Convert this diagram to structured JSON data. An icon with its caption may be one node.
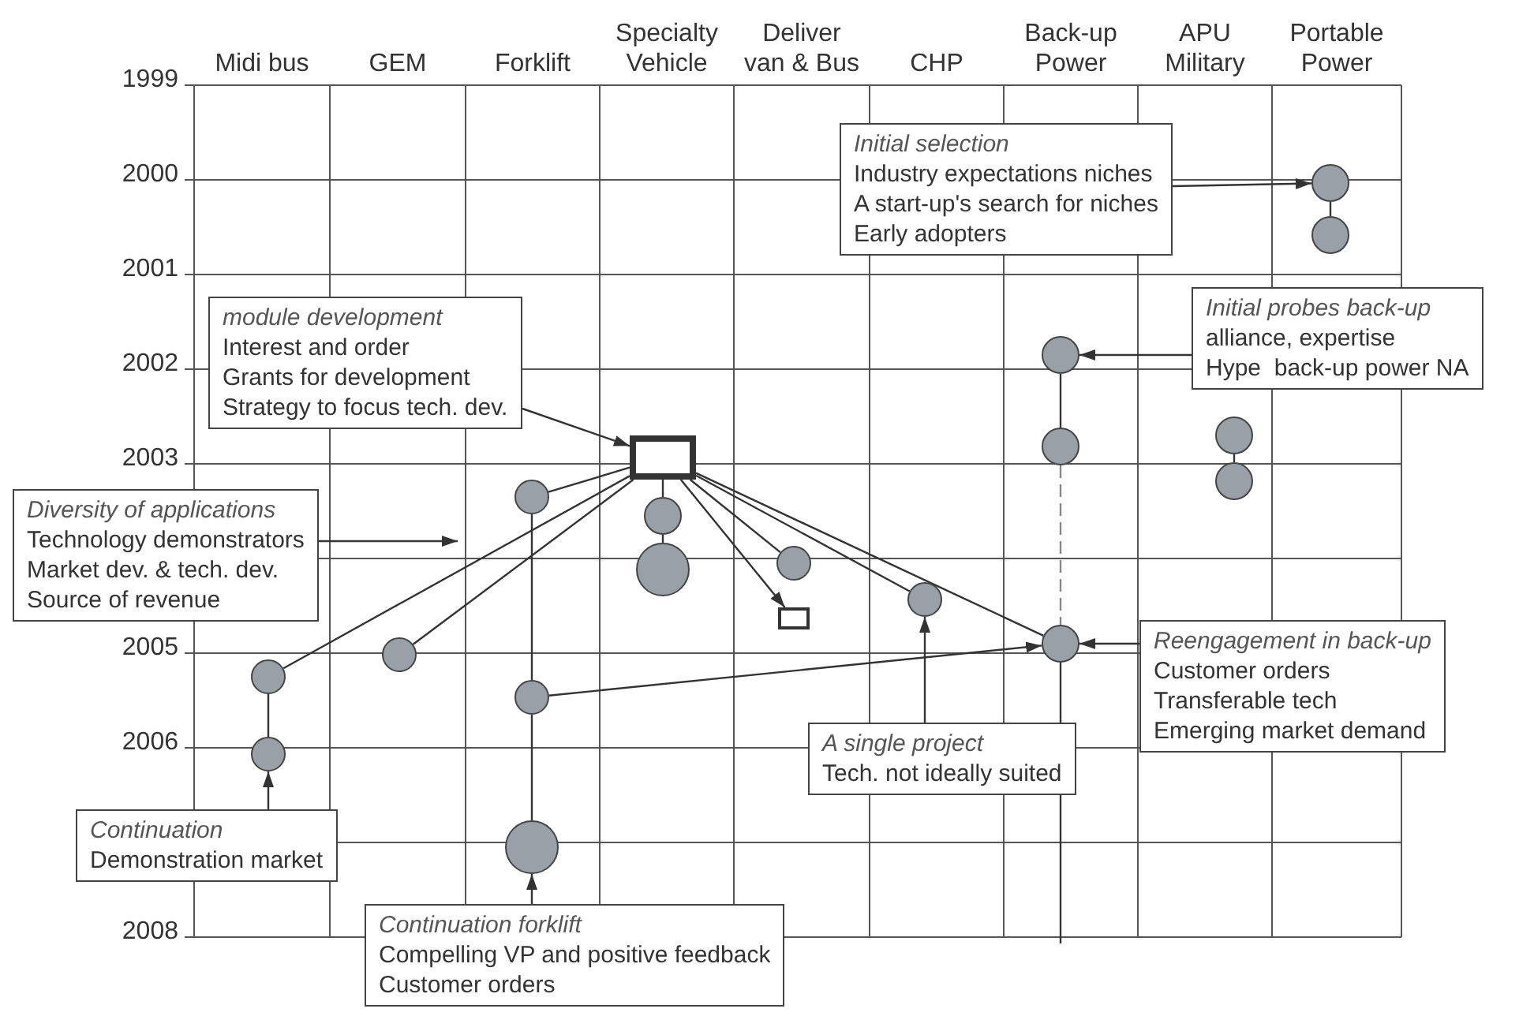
{
  "diagram": {
    "nodes": [
      {
        "text": [
          "Initial selection",
          "Industry expectations niches",
          "A start-up's search for niches",
          "Early adopters"
        ]
      },
      {
        "text": [],
        "shape": "circle"
      },
      {
        "text": [],
        "shape": "circle"
      },
      {
        "text": [
          "Initial probes back-up",
          "alliance, expertise",
          "Hype  back-up power NA"
        ]
      },
      {
        "text": [
          "module development",
          "Interest and order",
          "Grants for development",
          "Strategy to focus tech. dev."
        ]
      },
      {
        "text": [],
        "shape": "circle"
      },
      {
        "text": [],
        "shape": "circle"
      },
      {
        "text": [],
        "shape": "circle"
      },
      {
        "text": [],
        "shape": "circle"
      },
      {
        "text": [],
        "shape": "box"
      },
      {
        "text": [
          "Diversity of applications",
          "Technology demonstrators",
          "Market dev. & tech. dev.",
          "Source of revenue"
        ]
      },
      {
        "text": [],
        "shape": "circle"
      },
      {
        "text": [],
        "shape": "circle"
      },
      {
        "text": [],
        "shape": "circle"
      },
      {
        "text": [],
        "shape": "circle"
      },
      {
        "text": [],
        "shape": "circle"
      },
      {
        "text": [],
        "shape": "box"
      },
      {
        "text": [],
        "shape": "circle"
      },
      {
        "text": [],
        "shape": "circle"
      },
      {
        "text": [
          "Reengagement in back-up",
          "Customer orders",
          "Transferable tech",
          "Emerging market demand"
        ]
      },
      {
        "text": [],
        "shape": "circle"
      },
      {
        "text": [],
        "shape": "circle"
      },
      {
        "text": [
          "A single project",
          "Tech. not ideally suited"
        ]
      },
      {
        "text": [],
        "shape": "circle"
      },
      {
        "text": [
          "Continuation",
          "Demonstration market"
        ]
      },
      {
        "text": [],
        "shape": "circle"
      },
      {
        "text": [
          "Continuation forklift",
          "Compelling VP and positive feedback",
          "Customer orders"
        ]
      }
    ],
    "edges": [
      {
        "from": 0,
        "to": 1,
        "arrow": "to"
      },
      {
        "from": 1,
        "to": 2,
        "arrow": "none"
      },
      {
        "from": 3,
        "to": 5,
        "arrow": "to"
      },
      {
        "from": 4,
        "to": 9,
        "arrow": "to"
      },
      {
        "from": 5,
        "to": 6,
        "arrow": "none"
      },
      {
        "from": 6,
        "to": 18,
        "arrow": "none",
        "style": "dashed",
        "color": "#888888"
      },
      {
        "from": 7,
        "to": 8,
        "arrow": "none"
      },
      {
        "from": 9,
        "to": 11,
        "arrow": "none"
      },
      {
        "from": 11,
        "to": 14,
        "arrow": "none"
      },
      {
        "from": 10,
        "to": null,
        "arrow": "to"
      },
      {
        "from": 9,
        "to": 20,
        "arrow": "none"
      },
      {
        "from": 9,
        "to": 12,
        "arrow": "none"
      },
      {
        "from": 9,
        "to": 17,
        "arrow": "none"
      },
      {
        "from": 9,
        "to": 13,
        "arrow": "none"
      },
      {
        "from": 9,
        "to": 16,
        "arrow": "to"
      },
      {
        "from": 9,
        "to": 15,
        "arrow": "none"
      },
      {
        "from": 9,
        "to": 18,
        "arrow": "none"
      },
      {
        "from": 12,
        "to": 21,
        "arrow": "none"
      },
      {
        "from": 21,
        "to": 25,
        "arrow": "none"
      },
      {
        "from": 21,
        "to": 18,
        "arrow": "to"
      },
      {
        "from": 18,
        "to": null,
        "arrow": "none"
      },
      {
        "from": 19,
        "to": 18,
        "arrow": "to"
      },
      {
        "from": 22,
        "to": 15,
        "arrow": "to"
      },
      {
        "from": 20,
        "to": 23,
        "arrow": "none"
      },
      {
        "from": 24,
        "to": 23,
        "arrow": "to"
      },
      {
        "from": 26,
        "to": 25,
        "arrow": "to"
      }
    ],
    "labels": [
      "Midi bus",
      "GEM",
      "Forklift",
      "Specialty Vehicle",
      "Deliver van & Bus",
      "CHP",
      "Back-up Power",
      "APU Military",
      "Portable Power",
      "1999",
      "2000",
      "2001",
      "2002",
      "2003",
      "2005",
      "2006",
      "2008"
    ]
  }
}
